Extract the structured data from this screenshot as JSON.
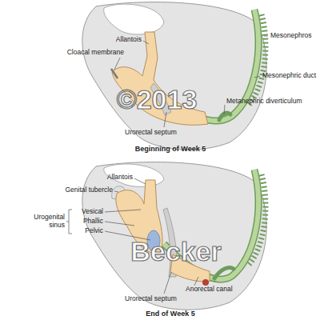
{
  "diagram": {
    "labels": [
      "Allantois",
      "Cloacal membrane",
      "Mesonephros",
      "Mesonephric duct",
      "Metanephric diverticulum",
      "Urorectal septum",
      "Beginning of Week 5",
      "©2013",
      "Allantois",
      "Genital tubercle",
      "Vesical",
      "Phallic",
      "Pelvic",
      "Urogenital sinus",
      "Urorectal septum",
      "Anorectal canal",
      "End of Week 5",
      "Becker"
    ]
  }
}
